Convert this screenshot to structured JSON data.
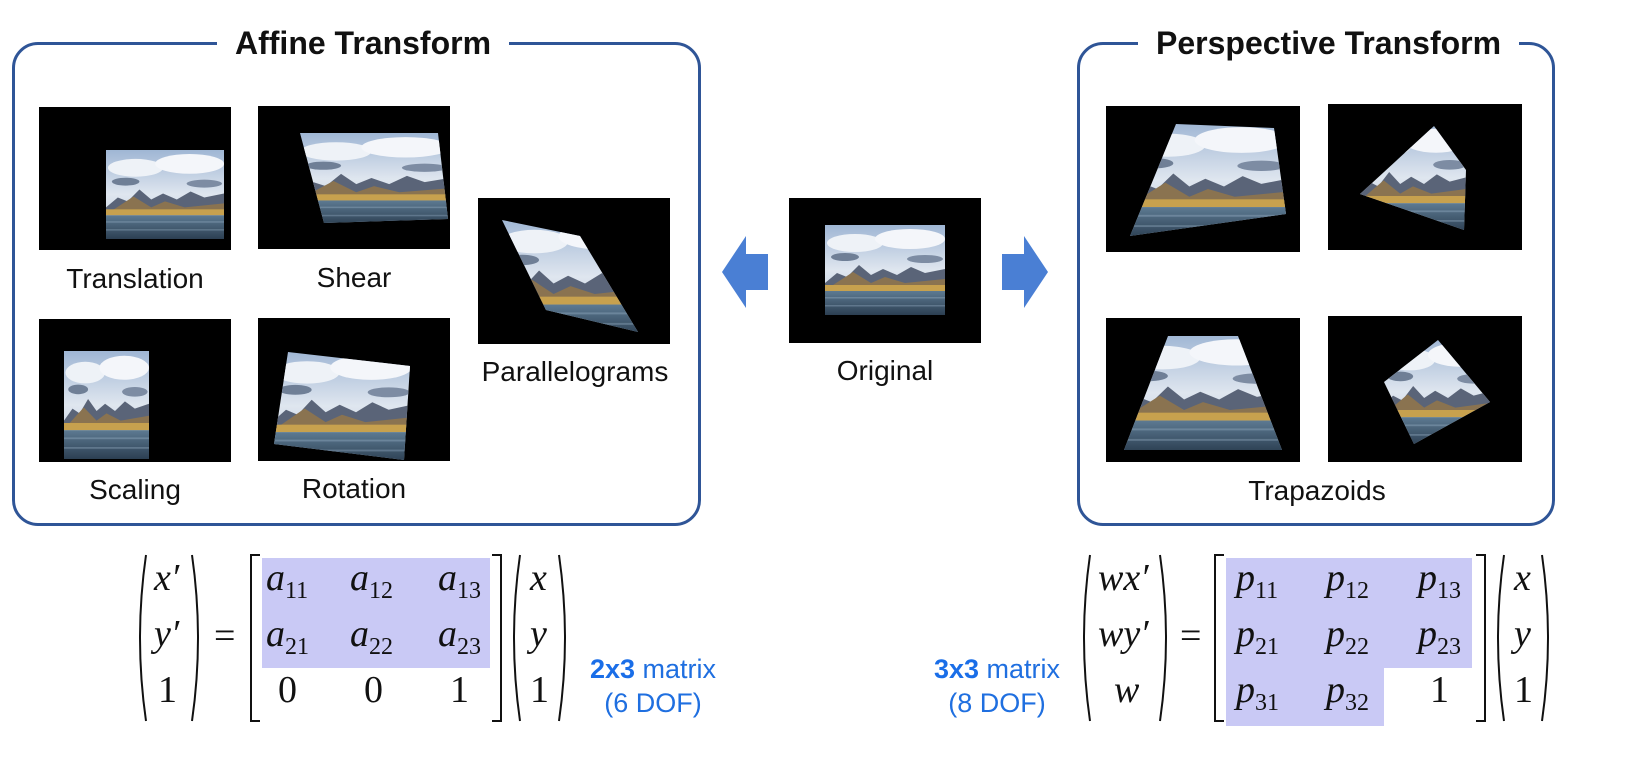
{
  "affine": {
    "title": "Affine Transform",
    "items": [
      {
        "label": "Translation"
      },
      {
        "label": "Shear"
      },
      {
        "label": "Parallelograms"
      },
      {
        "label": "Scaling"
      },
      {
        "label": "Rotation"
      }
    ],
    "equation": {
      "lhs": [
        "x′",
        "y′",
        "1"
      ],
      "matrix": [
        [
          "a11",
          "a12",
          "a13"
        ],
        [
          "a21",
          "a22",
          "a23"
        ],
        [
          "0",
          "0",
          "1"
        ]
      ],
      "rhs": [
        "x",
        "y",
        "1"
      ],
      "equals": "=",
      "note_bold": "2x3",
      "note_rest": " matrix",
      "note_dof": "(6 DOF)"
    }
  },
  "original": {
    "label": "Original"
  },
  "perspective": {
    "title": "Perspective Transform",
    "caption": "Trapazoids",
    "equation": {
      "lhs": [
        "wx′",
        "wy′",
        "w"
      ],
      "matrix": [
        [
          "p11",
          "p12",
          "p13"
        ],
        [
          "p21",
          "p22",
          "p23"
        ],
        [
          "p31",
          "p32",
          "1"
        ]
      ],
      "rhs": [
        "x",
        "y",
        "1"
      ],
      "equals": "=",
      "note_bold": "3x3",
      "note_rest": " matrix",
      "note_dof": "(8 DOF)"
    }
  },
  "colors": {
    "panel_border": "#2f5597",
    "arrow": "#4a7fd4",
    "highlight": "#c9c9f5",
    "note": "#1f6fe0"
  }
}
